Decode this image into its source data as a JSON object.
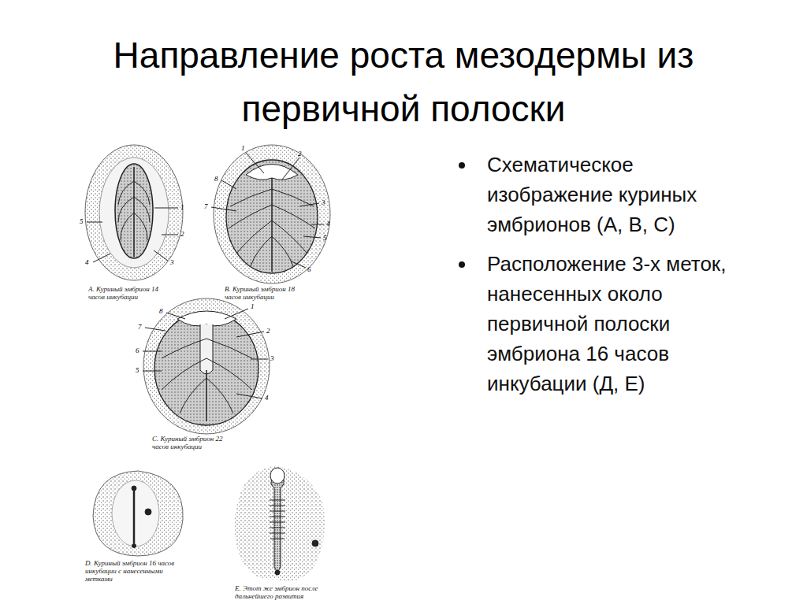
{
  "diagram": {
    "title": "Направление роста мезодермы из первичной полоски",
    "labels": [
      "Схематическое изображение куриных эмбрионов (А, В, С)",
      "Расположение 3-х меток, нанесенных около первичной полоски эмбриона 16 часов инкубации (Д, Е)",
      "1",
      "2",
      "3",
      "4",
      "5",
      "А. Куриный эмбрион 14 часов инкубации",
      "1",
      "2",
      "3",
      "4",
      "5",
      "6",
      "7",
      "8",
      "В. Куриный эмбрион 18 часов инкубации",
      "1",
      "2",
      "3",
      "4",
      "5",
      "6",
      "7",
      "8",
      "С. Куриный эмбрион 22 часов инкубации",
      "D. Куриный эмбрион 16 часов инкубации с нанесенными метками",
      "Е. Этот же эмбрион после дальнейшего развития"
    ]
  }
}
